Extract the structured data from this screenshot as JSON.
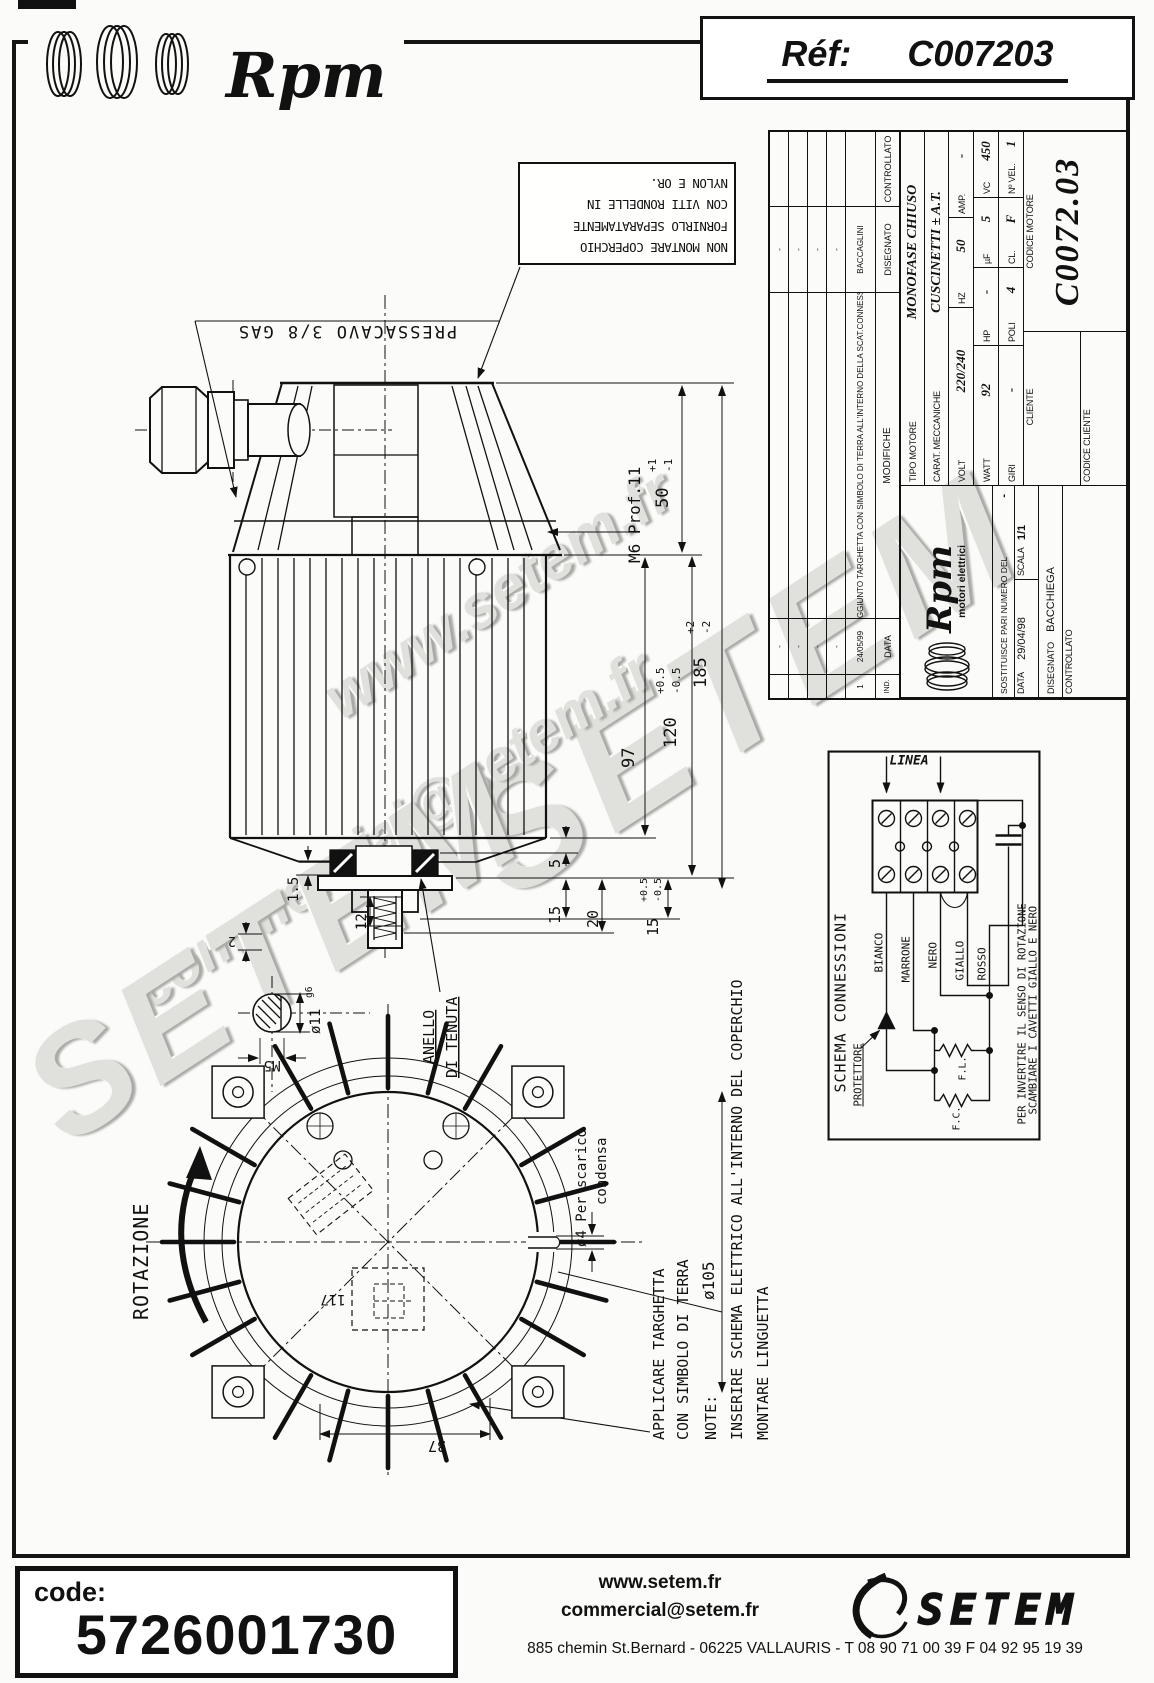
{
  "header": {
    "brand": "Rpm",
    "ref_label": "Réf:",
    "ref_value": "C007203"
  },
  "warning_box": {
    "l1": "NON MONTARE COPERCHIO",
    "l2": "FORNIRLO SEPARATAMENTE",
    "l3": "CON VITI RONDELLE IN",
    "l4": "NYLON E OR."
  },
  "drawing": {
    "pressacavo": "PRESSACAVO 3/8 GAS",
    "m6": "M6 Prof.11",
    "d50": "50",
    "d50_t": "+1",
    "d50_b": "-1",
    "d185": "185",
    "d185_t": "+2",
    "d185_b": "-2",
    "d120": "120",
    "d120_t": "+0.5",
    "d120_b": "-0.5",
    "d97": "97",
    "d5": "5",
    "d15": "15",
    "d20": "20",
    "d15b": "15",
    "d15b_t": "+0.5",
    "d15b_b": "-0.5",
    "d1_5": "1.5",
    "d12": "12",
    "d2": "2",
    "m5": "M5",
    "dia11": "ø11",
    "dia11_fit": "g6",
    "anello_l1": "ANELLO",
    "anello_l2": "DI TENUTA",
    "rotazione": "ROTAZIONE",
    "d117": "117",
    "d37": "37",
    "dia105": "ø105",
    "dia4_l1": "ø4 Per scarico",
    "dia4_l2": "condensa"
  },
  "notes": {
    "applicare_l1": "APPLICARE TARGHETTA",
    "applicare_l2": "CON SIMBOLO DI TERRA",
    "label": "NOTE:",
    "n1": "INSERIRE SCHEMA ELETTRICO ALL'INTERNO DEL COPERCHIO",
    "n2": "MONTARE LINGUETTA"
  },
  "schema": {
    "title": "SCHEMA CONNESSIONI",
    "linea": "LINEA",
    "protettore": "PROTETTORE",
    "bianco": "BIANCO",
    "marrone": "MARRONE",
    "nero": "NERO",
    "giallo": "GIALLO",
    "rosso": "ROSSO",
    "fc": "F.C.",
    "fl": "F.L.",
    "nota_l1": "PER INVERTIRE IL SENSO DI ROTAZIONE",
    "nota_l2": "SCAMBIARE I CAVETTI GIALLO E NERO"
  },
  "title_block": {
    "history_headers": {
      "ind": "IND.",
      "data": "DATA",
      "mod": "MODIFICHE",
      "dis": "DISEGNATO",
      "con": "CONTROLLATO"
    },
    "history_rows": [
      {
        "ind": "",
        "data": "-",
        "mod": "",
        "dis": "-",
        "con": ""
      },
      {
        "ind": "",
        "data": "-",
        "mod": "",
        "dis": "-",
        "con": ""
      },
      {
        "ind": "",
        "data": "-",
        "mod": "",
        "dis": "-",
        "con": ""
      },
      {
        "ind": "",
        "data": "-",
        "mod": "",
        "dis": "-",
        "con": ""
      },
      {
        "ind": "1",
        "data": "24/05/99",
        "mod": "AGGIUNTO TARGHETTA CON SIMBOLO DI TERRA ALL'INTERNO DELLA SCAT.CONNESS.",
        "dis": "BACCAGLINI",
        "con": ""
      }
    ],
    "logo_text": "Rpm",
    "logo_sub": "motori elettrici",
    "sostituisce_label": "SOSTITUISCE PARI NUMERO DEL",
    "sostituisce_value": "-",
    "data_label": "DATA",
    "data_value": "29/04/98",
    "scala_label": "SCALA",
    "scala_value": "1/1",
    "disegnato_label": "DISEGNATO",
    "disegnato_value": "BACCHIEGA",
    "controllato_label": "CONTROLLATO",
    "tipo_label": "TIPO MOTORE",
    "tipo_value": "MONOFASE CHIUSO",
    "carat_label": "CARAT. MECCANICHE",
    "carat_value": "CUSCINETTI ± A.T.",
    "volt_label": "VOLT",
    "volt_value": "220/240",
    "hz_label": "HZ",
    "hz_value": "50",
    "amp_label": "AMP.",
    "amp_value": "-",
    "watt_label": "WATT",
    "watt_value": "92",
    "hp_label": "HP",
    "hp_value": "-",
    "uf_label": "µF",
    "uf_value": "5",
    "vc_label": "VC",
    "vc_value": "450",
    "giri_label": "GIRI",
    "giri_value": "-",
    "poli_label": "POLI",
    "poli_value": "4",
    "cl_label": "CL.",
    "cl_value": "F",
    "nvel_label": "Nº VEL.",
    "nvel_value": "1",
    "cliente_label": "CLIENTE",
    "codice_cliente_label": "CODICE CLIENTE",
    "codice_motore_label": "CODICE MOTORE",
    "codice_motore_value": "C0072.03"
  },
  "watermarks": {
    "w1": "www.setem.fr",
    "w2": "SETEM",
    "w3": "commercial@setem.fr",
    "w4": "SETEM"
  },
  "footer": {
    "code_label": "code:",
    "code_value": "5726001730",
    "website": "www.setem.fr",
    "email": "commercial@setem.fr",
    "brand": "SETEM",
    "address": "885 chemin St.Bernard  -  06225 VALLAURIS  -  T 08 90 71 00 39   F 04 92 95 19 39"
  }
}
